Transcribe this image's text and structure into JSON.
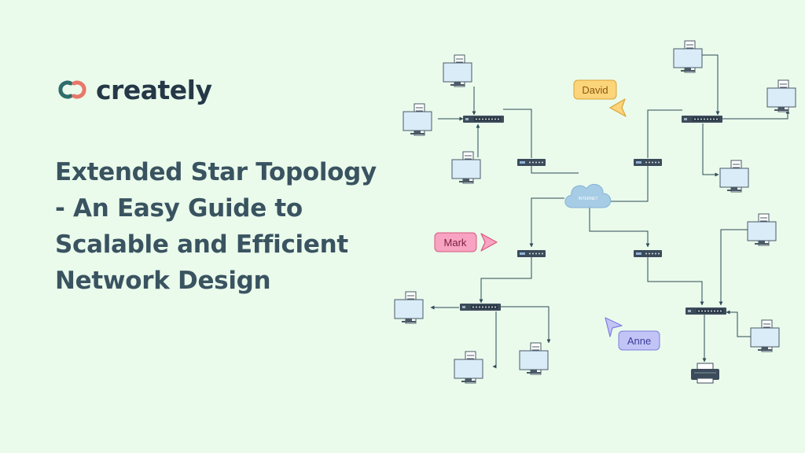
{
  "brand": {
    "name": "creately"
  },
  "headline": "Extended Star Topology - An Easy Guide to Scalable and Efficient Network Design",
  "diagram": {
    "cloud_label": "INTERNET",
    "collaborators": [
      {
        "name": "David",
        "fill": "#fcd47a",
        "stroke": "#d9a434",
        "text_color": "#8a5a12"
      },
      {
        "name": "Mark",
        "fill": "#f7a3c1",
        "stroke": "#d9587f",
        "text_color": "#7a1f3c"
      },
      {
        "name": "Anne",
        "fill": "#c2c4f6",
        "stroke": "#7c7ee0",
        "text_color": "#3a3c9a"
      }
    ]
  },
  "colors": {
    "background": "#eafbec",
    "heading": "#3a5360",
    "logo_text": "#253847",
    "logo_teal": "#2f6d6a",
    "logo_coral": "#e8776a",
    "cloud": "#a6cce6",
    "connector": "#2e4a55"
  },
  "icons": [
    "creately-logo-icon",
    "computer-icon",
    "switch-icon",
    "router-icon",
    "cloud-icon",
    "printer-icon",
    "cursor-icon"
  ]
}
